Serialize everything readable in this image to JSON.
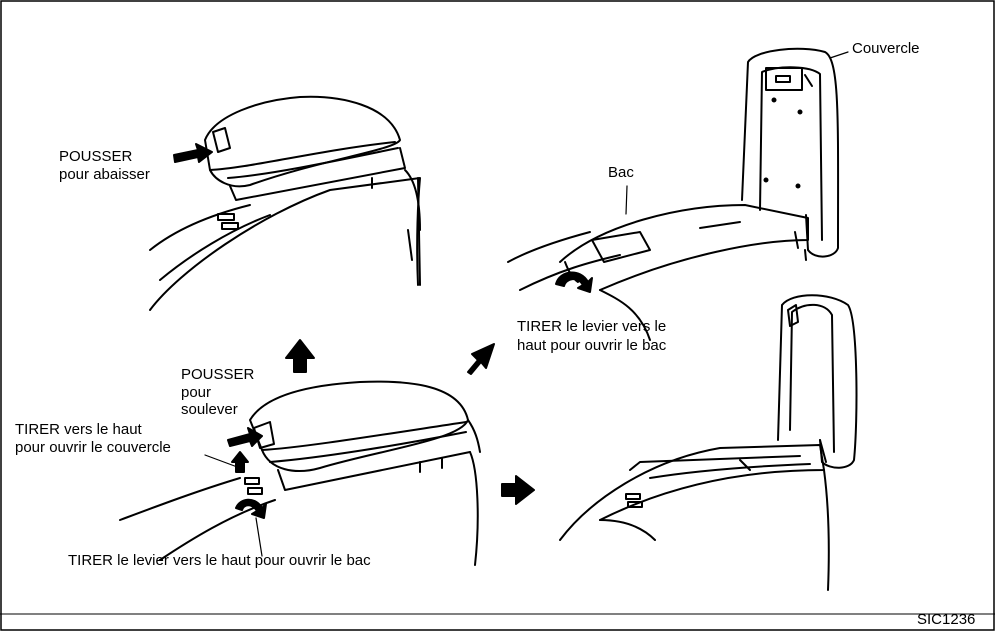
{
  "labels": {
    "push_lower_l1": "POUSSER",
    "push_lower_l2": "pour abaisser",
    "cover": "Couvercle",
    "tray": "Bac",
    "pull_lever_tray_l1": "TIRER le levier vers le",
    "pull_lever_tray_l2": "haut pour ouvrir le bac",
    "push_raise_l1": "POUSSER",
    "push_raise_l2": "pour",
    "push_raise_l3": "soulever",
    "pull_up_cover_l1": "TIRER vers le haut",
    "pull_up_cover_l2": "pour ouvrir le couvercle",
    "pull_lever_bottom": "TIRER le levier vers le haut pour ouvrir le bac",
    "figure_code": "SIC1236"
  },
  "colors": {
    "ink": "#000000",
    "paper": "#ffffff"
  }
}
